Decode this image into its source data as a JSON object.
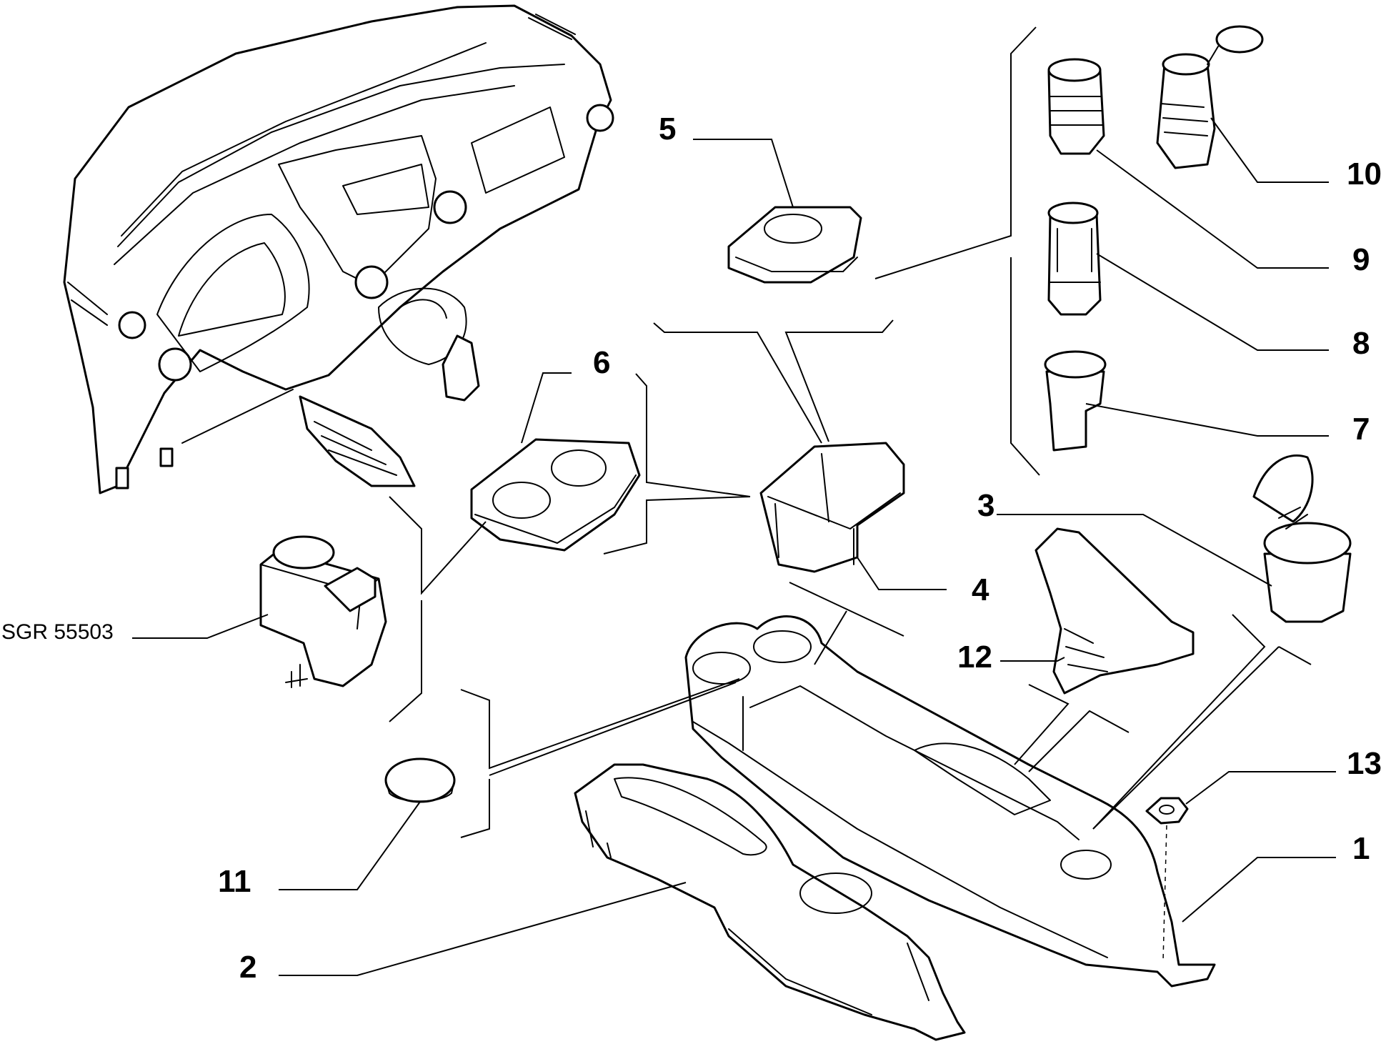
{
  "callouts": {
    "c1": "1",
    "c2": "2",
    "c3": "3",
    "c4": "4",
    "c5": "5",
    "c6": "6",
    "c7": "7",
    "c8": "8",
    "c9": "9",
    "c10": "10",
    "c11": "11",
    "c12": "12",
    "c13": "13"
  },
  "reference_label": "SGR 55503"
}
